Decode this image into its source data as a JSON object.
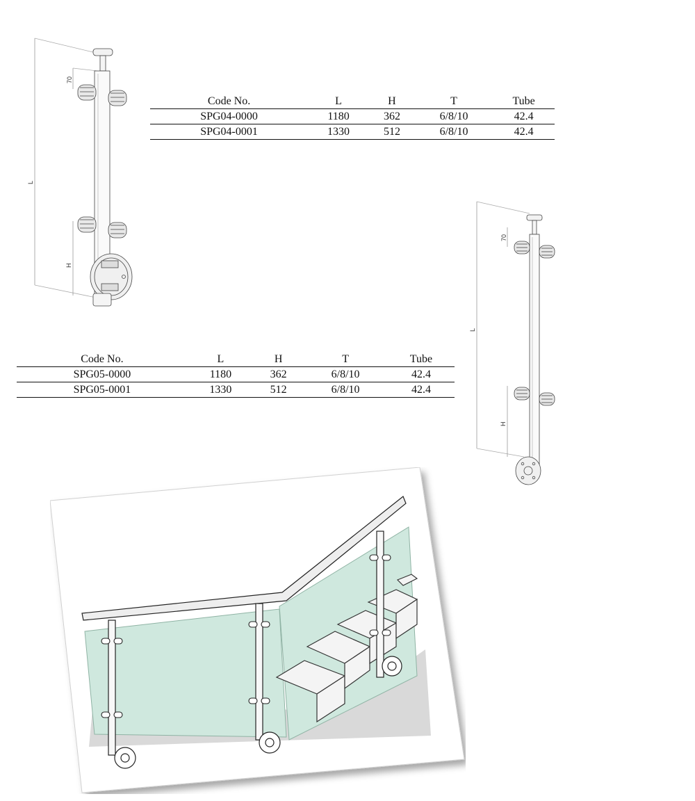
{
  "table_1": {
    "headers": [
      "Code No.",
      "L",
      "H",
      "T",
      "Tube"
    ],
    "rows": [
      [
        "SPG04-0000",
        "1180",
        "362",
        "6/8/10",
        "42.4"
      ],
      [
        "SPG04-0001",
        "1330",
        "512",
        "6/8/10",
        "42.4"
      ]
    ]
  },
  "table_2": {
    "headers": [
      "Code No.",
      "L",
      "H",
      "T",
      "Tube"
    ],
    "rows": [
      [
        "SPG05-0000",
        "1180",
        "362",
        "6/8/10",
        "42.4"
      ],
      [
        "SPG05-0001",
        "1330",
        "512",
        "6/8/10",
        "42.4"
      ]
    ]
  },
  "drawing_1": {
    "dim_top": "70",
    "dim_length": "L",
    "dim_height": "H"
  },
  "drawing_2": {
    "dim_top": "70",
    "dim_length": "L",
    "dim_height": "H"
  }
}
